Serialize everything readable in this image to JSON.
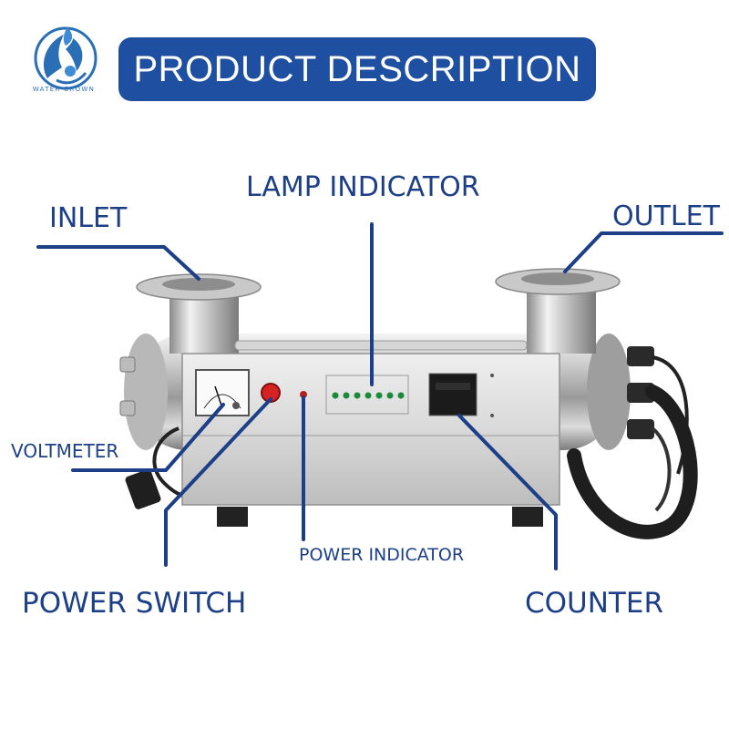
{
  "brand": {
    "name": "WATER CROWN",
    "accent_color": "#1f4fa0",
    "label_color": "#1c3f88"
  },
  "title": "PRODUCT DESCRIPTION",
  "callouts": {
    "lamp_indicator": "LAMP INDICATOR",
    "inlet": "INLET",
    "outlet": "OUTLET",
    "voltmeter": "VOLTMETER",
    "power_indicator": "POWER INDICATOR",
    "power_switch": "POWER SWITCH",
    "counter": "COUNTER"
  },
  "product": {
    "description": "stainless steel UV sterilizer with control panel",
    "lamp_indicator_count": 7
  }
}
